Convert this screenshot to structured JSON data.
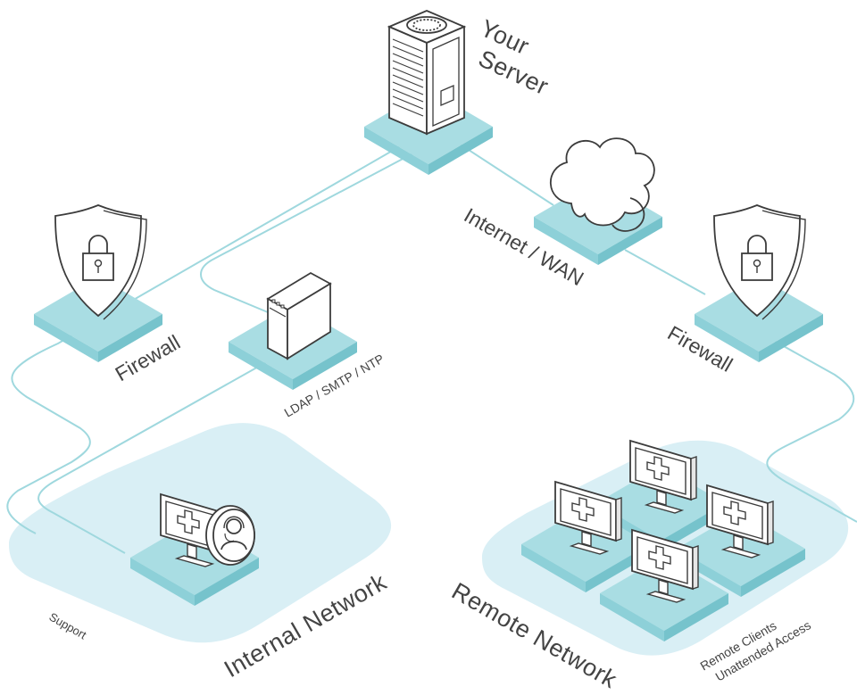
{
  "labels": {
    "server_line1": "Your",
    "server_line2": "Server",
    "internet": "Internet / WAN",
    "firewall_left": "Firewall",
    "firewall_right": "Firewall",
    "ldap": "LDAP / SMTP / NTP",
    "internal_network": "Internal Network",
    "support": "Support",
    "remote_network": "Remote Network",
    "remote_clients_line1": "Remote Clients",
    "remote_clients_line2": "Unattended Access"
  },
  "colors": {
    "platform_top": "#a9dde3",
    "platform_side": "#7fc9d1",
    "zone_fill": "#d9eff5",
    "line": "#9fd8de",
    "outline": "#3c3c3c",
    "text": "#444444"
  },
  "icons": [
    "server-icon",
    "cloud-icon",
    "shield-lock-icon",
    "appliance-icon",
    "monitor-plus-icon",
    "headset-icon"
  ]
}
